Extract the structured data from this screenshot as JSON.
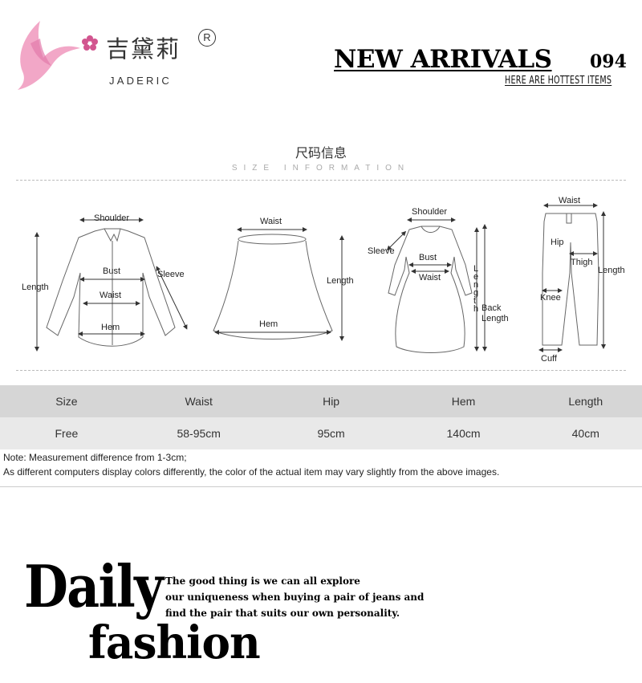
{
  "header": {
    "brand_cn": "吉黛莉",
    "brand_reg": "R",
    "brand_en": "JADERIC",
    "new_arrivals": "NEW ARRIVALS",
    "new_arrivals_number": "094",
    "subtitle": "HERE ARE HOTTEST ITEMS"
  },
  "size_info": {
    "title_cn": "尺码信息",
    "title_en": "SIZE INFORMATION"
  },
  "diagrams": {
    "shirt": {
      "shoulder": "Shoulder",
      "length": "Length",
      "bust": "Bust",
      "sleeve": "Sleeve",
      "waist": "Waist",
      "hem": "Hem"
    },
    "skirt": {
      "waist": "Waist",
      "length": "Length",
      "hem": "Hem"
    },
    "dress": {
      "shoulder": "Shoulder",
      "sleeve": "Sleeve",
      "bust": "Bust",
      "waist": "Waist",
      "length": "Length",
      "back_length": "Back",
      "back_length2": "Length"
    },
    "pants": {
      "waist": "Waist",
      "hip": "Hip",
      "thigh": "Thigh",
      "length": "Length",
      "knee": "Knee",
      "cuff": "Cuff"
    }
  },
  "table": {
    "headers": [
      "Size",
      "Waist",
      "Hip",
      "Hem",
      "Length"
    ],
    "rows": [
      [
        "Free",
        "58-95cm",
        "95cm",
        "140cm",
        "40cm"
      ]
    ]
  },
  "notes": [
    "Note: Measurement difference from 1-3cm;",
    "As different computers display colors differently, the color of the actual item may vary slightly from the above images."
  ],
  "promo": {
    "daily": "Daily",
    "fashion": "fashion",
    "tagline": [
      "The good thing is we can all explore",
      "our uniqueness when buying a pair of jeans and",
      "find the pair that suits our own personality."
    ]
  },
  "colors": {
    "logo_pink": "#f0a3c3",
    "logo_dark": "#d2558f",
    "table_head": "#d6d6d6",
    "table_body": "#e9e9e9"
  }
}
